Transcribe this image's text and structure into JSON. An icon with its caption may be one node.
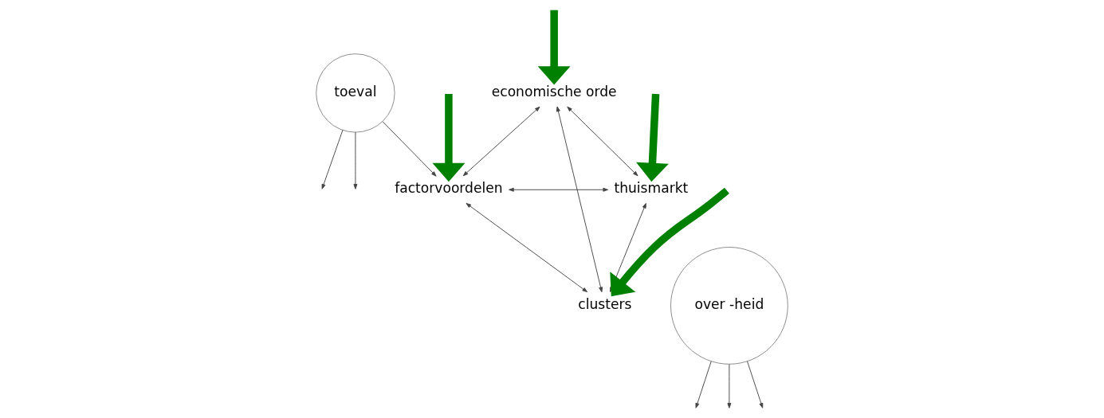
{
  "diagram": {
    "nodes": [
      {
        "text": [
          "toeval"
        ]
      },
      {
        "text": [
          "economische orde"
        ]
      },
      {
        "text": [
          "factorvoordelen"
        ]
      },
      {
        "text": [
          "thuismarkt"
        ]
      },
      {
        "text": [
          "clusters"
        ]
      },
      {
        "text": [
          "over -heid"
        ]
      }
    ],
    "edges": [
      {
        "from": 0,
        "to": null,
        "arrow": "to"
      },
      {
        "from": 0,
        "to": null,
        "arrow": "to"
      },
      {
        "from": 0,
        "to": 2,
        "arrow": "to"
      },
      {
        "from": 1,
        "to": 2,
        "arrow": "both"
      },
      {
        "from": 1,
        "to": 4,
        "arrow": "both"
      },
      {
        "from": 1,
        "to": 3,
        "arrow": "both"
      },
      {
        "from": 2,
        "to": 3,
        "arrow": "both"
      },
      {
        "from": 2,
        "to": 4,
        "arrow": "both"
      },
      {
        "from": 3,
        "to": 4,
        "arrow": "both"
      },
      {
        "from": 5,
        "to": null,
        "arrow": "to"
      },
      {
        "from": 5,
        "to": null,
        "arrow": "to"
      },
      {
        "from": 5,
        "to": null,
        "arrow": "to"
      },
      {
        "from": null,
        "to": 1,
        "arrow": "to",
        "style": "thick",
        "color": "#008000"
      },
      {
        "from": null,
        "to": 2,
        "arrow": "to",
        "style": "thick",
        "color": "#008000"
      },
      {
        "from": null,
        "to": 3,
        "arrow": "to",
        "style": "thick",
        "color": "#008000"
      },
      {
        "from": null,
        "to": 4,
        "arrow": "to",
        "style": "thick",
        "color": "#008000"
      }
    ]
  }
}
